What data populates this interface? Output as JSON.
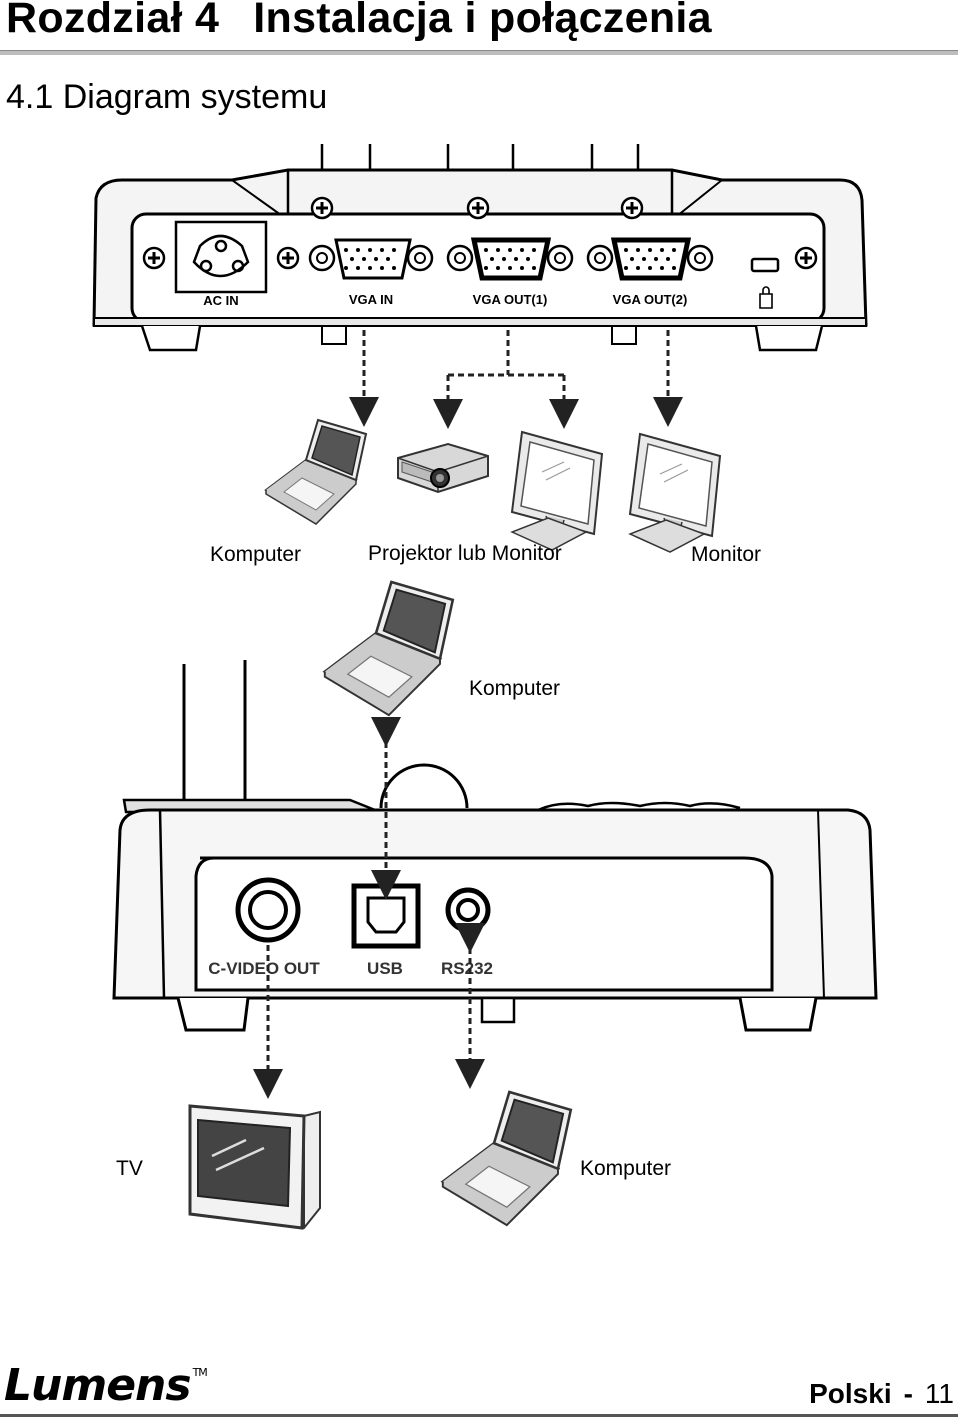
{
  "header": {
    "chapter_number": "Rozdział 4",
    "chapter_title": "Instalacja i połączenia"
  },
  "section": {
    "title": "4.1 Diagram systemu"
  },
  "top_panel": {
    "ports": {
      "ac_in": "AC IN",
      "vga_in": "VGA IN",
      "vga_out1": "VGA OUT(1)",
      "vga_out2": "VGA OUT(2)"
    },
    "devices": {
      "computer": "Komputer",
      "projector_or_monitor": "Projektor lub Monitor",
      "monitor": "Monitor"
    }
  },
  "bottom_panel": {
    "ports": {
      "cvideo_out": "C-VIDEO OUT",
      "usb": "USB",
      "rs232": "RS232"
    },
    "devices": {
      "computer_usb": "Komputer",
      "tv": "TV",
      "computer_rs232": "Komputer"
    }
  },
  "footer": {
    "brand": "Lumens",
    "trademark": "TM",
    "language": "Polski",
    "separator": "-",
    "page_number": "11"
  }
}
